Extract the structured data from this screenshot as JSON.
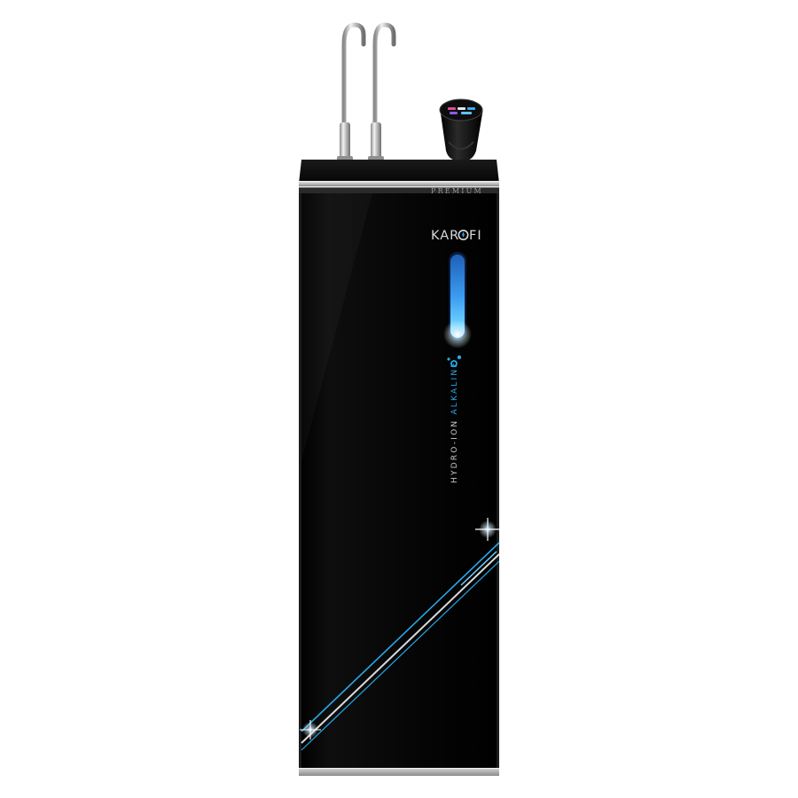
{
  "product": {
    "top_label": "PREMIUM",
    "brand_left": "KAR",
    "brand_right": "FI",
    "side_text_light": "HYDRO-ION ",
    "side_text_accent": "ALKALINE"
  },
  "colors": {
    "body": "#050505",
    "steel": "#c9c9c9",
    "accent_blue": "#29a8e8",
    "background": "#ffffff"
  },
  "icons": {
    "brand_drop": "water-drop-icon",
    "molecule": "molecule-icon",
    "sparkles": "sparkle-icon"
  }
}
